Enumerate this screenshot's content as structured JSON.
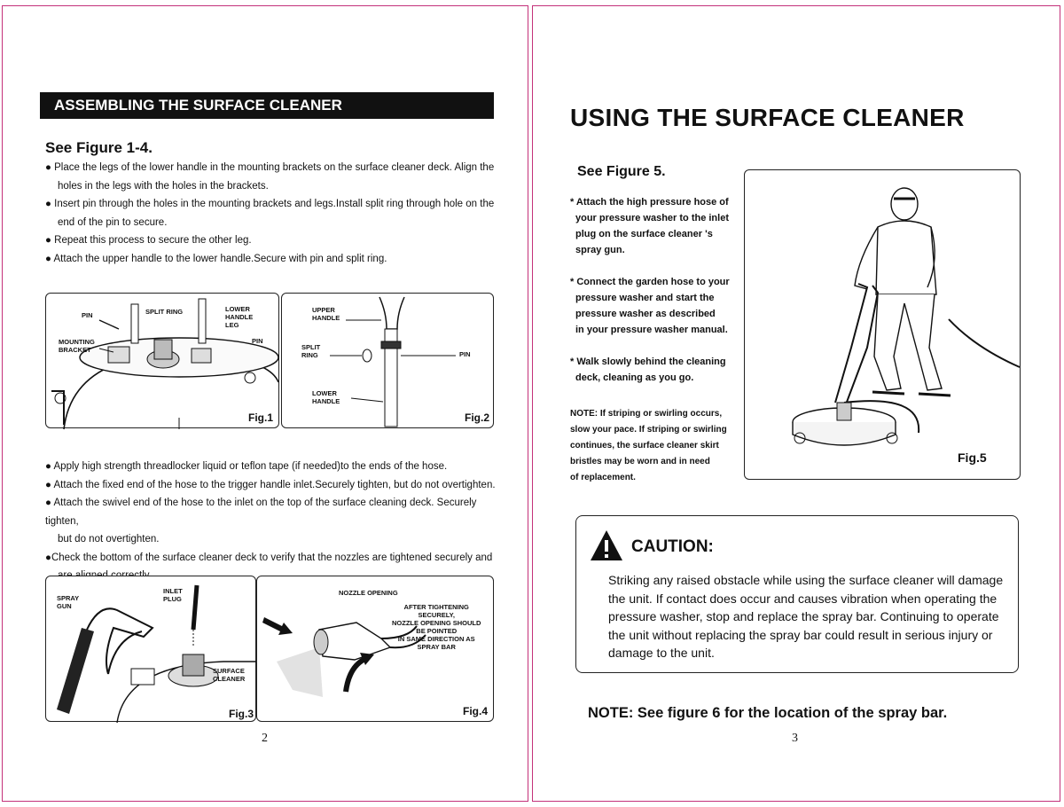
{
  "left_page": {
    "header": "ASSEMBLING THE SURFACE CLEANER",
    "subheading": "See Figure 1-4.",
    "bullets_a": [
      [
        "● Place the legs of the lower handle in the mounting brackets on the surface cleaner deck. Align the",
        "holes in the legs with the holes in the brackets."
      ],
      [
        "● Insert pin through the holes in the mounting brackets and legs.Install split ring through hole on the",
        "end of the pin to secure."
      ],
      [
        "● Repeat this process to secure the other leg."
      ],
      [
        "● Attach the upper handle to the lower handle.Secure with pin and split ring."
      ]
    ],
    "fig1": {
      "pin": "PIN",
      "split_ring": "SPLIT RING",
      "lower_handle_leg": "LOWER\nHANDLE\nLEG",
      "pin2": "PIN",
      "mounting_bracket": "MOUNTING\nBRACKET",
      "label": "Fig.1"
    },
    "fig2": {
      "upper_handle": "UPPER\nHANDLE",
      "split_ring": "SPLIT\nRING",
      "pin": "PIN",
      "lower_handle": "LOWER\nHANDLE",
      "label": "Fig.2"
    },
    "bullets_b": [
      [
        "● Apply high strength threadlocker liquid or teflon tape (if needed)to the ends of the hose."
      ],
      [
        "● Attach the fixed end of the hose to the trigger handle inlet.Securely tighten, but do not overtighten."
      ],
      [
        "● Attach the swivel end of the hose to the inlet on the top of the surface cleaning deck. Securely tighten,",
        "but do not overtighten."
      ],
      [
        "●Check the bottom of the surface cleaner deck to verify that the nozzles are tightened securely and",
        "are aligned correctly."
      ]
    ],
    "fig3": {
      "spray_gun": "SPRAY\nGUN",
      "inlet_plug": "INLET\nPLUG",
      "surface_cleaner": "SURFACE\nCLEANER",
      "label": "Fig.3"
    },
    "fig4": {
      "nozzle_opening": "NOZZLE OPENING",
      "after": "AFTER TIGHTENING\nSECURELY,\nNOZZLE OPENING SHOULD\nBE POINTED\nIN SAME DIRECTION AS\nSPRAY BAR",
      "label": "Fig.4"
    },
    "page_number": "2"
  },
  "right_page": {
    "title": "USING THE SURFACE CLEANER",
    "subheading": "See Figure 5.",
    "steps": [
      [
        "* Attach the high pressure hose of",
        "your pressure washer to the inlet",
        "plug on the surface cleaner 's",
        "spray gun."
      ],
      [
        "* Connect the garden hose to your",
        "pressure washer and start the",
        "pressure washer as described",
        "in your pressure washer manual."
      ],
      [
        "* Walk slowly behind the cleaning",
        "deck, cleaning as you go."
      ]
    ],
    "note_small": [
      "NOTE: If striping or swirling occurs,",
      "slow your pace. If striping or swirling",
      "continues, the surface cleaner skirt",
      "bristles may be worn and in need",
      "of replacement."
    ],
    "fig5_label": "Fig.5",
    "caution": {
      "title": "CAUTION:",
      "lines": [
        "Striking any raised obstacle while using the surface cleaner will damage",
        "the unit. If contact does occur and causes vibration when operating the",
        "pressure washer, stop and replace the spray bar. Continuing to operate",
        "the unit without replacing the spray bar could result in serious injury or",
        "damage to the unit."
      ]
    },
    "note_bottom": "NOTE: See figure 6 for the location of the spray bar.",
    "page_number": "3"
  }
}
